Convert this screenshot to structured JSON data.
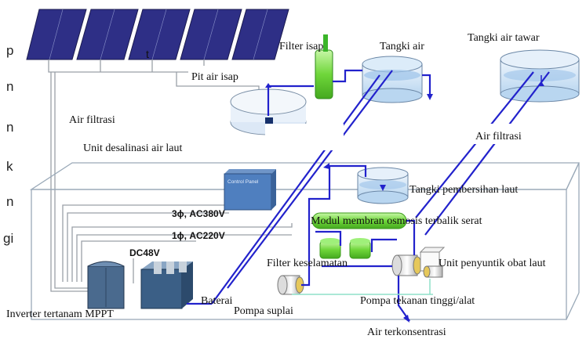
{
  "left_margin_fragments": [
    "p",
    "n",
    "n",
    "k",
    "n",
    "gi"
  ],
  "labels": {
    "filter_isap": "Filter isap",
    "tangki_air": "Tangki  air",
    "tangki_air_tawar": "Tangki air tawar",
    "pit_air_isap": "Pit air isap",
    "air_filtrasi_left": "Air   filtrasi",
    "air_filtrasi_right": "Air   filtrasi",
    "unit_desalinasi": "Unit desalinasi air laut",
    "control_panel": "Control Panel",
    "ac380": "3ϕ, AC380V",
    "ac220": "1ϕ, AC220V",
    "dc48": "DC48V",
    "tangki_pembersihan": "Tangki pembersihan laut",
    "modul_membran": "Modul  membran  osmosis  terbalik  serat",
    "filter_keselamatan": "Filter keselamatan",
    "unit_penyuntik": "Unit penyuntik obat laut",
    "baterai": "Baterai",
    "pompa_tekanan": "Pompa  tekanan  tinggi/alat",
    "inverter": "Inverter tertanam MPPT",
    "pompa_suplai": "Pompa suplai",
    "air_terkonsentrasi": "Air terkonsentrasi",
    "panel_fragment": "t"
  },
  "colors": {
    "solar_panel": "#2e2f86",
    "pipe": "#2222cc",
    "membrane": "#7fe04a",
    "water": "#b9d6f0",
    "cabinet": "#4a6a8e",
    "battery": "#3b5f86"
  }
}
